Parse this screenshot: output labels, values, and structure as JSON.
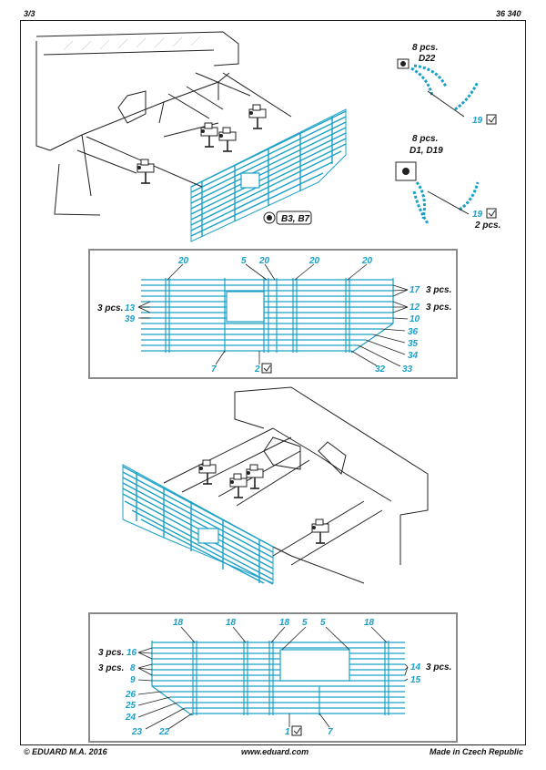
{
  "header": {
    "page": "3/3",
    "kit": "36 340"
  },
  "footer": {
    "copyright": "© EDUARD  M.A. 2016",
    "website": "www.eduard.com",
    "origin": "Made in Czech Republic"
  },
  "top_right": {
    "qty1": "8 pcs.",
    "part1": "D22",
    "ref1": "19",
    "qty2": "8 pcs.",
    "part2": "D1, D19",
    "ref2": "19",
    "qty3": "2 pcs."
  },
  "top_callout": "B3, B7",
  "box1": {
    "top_labels": [
      "20",
      "5",
      "20",
      "20",
      "20"
    ],
    "left_qty": "3 pcs.",
    "left1": "13",
    "left2": "39",
    "right_labels": [
      "17",
      "12",
      "10",
      "36",
      "35",
      "34",
      "33",
      "32"
    ],
    "right_qty1": "3 pcs.",
    "right_qty2": "3 pcs.",
    "bottom1": "7",
    "bottom2": "2"
  },
  "box2": {
    "top_labels": [
      "18",
      "18",
      "18",
      "5",
      "5",
      "18"
    ],
    "left_qty1": "3 pcs.",
    "left_qty2": "3 pcs.",
    "left_labels": [
      "16",
      "8",
      "9",
      "26",
      "25",
      "24",
      "23",
      "22"
    ],
    "right_labels": [
      "14",
      "15"
    ],
    "right_qty": "3 pcs.",
    "bottom1": "1",
    "bottom2": "7"
  },
  "colors": {
    "part": "#1aa0c8",
    "line": "#222222",
    "box_border": "#8a8a8a"
  }
}
